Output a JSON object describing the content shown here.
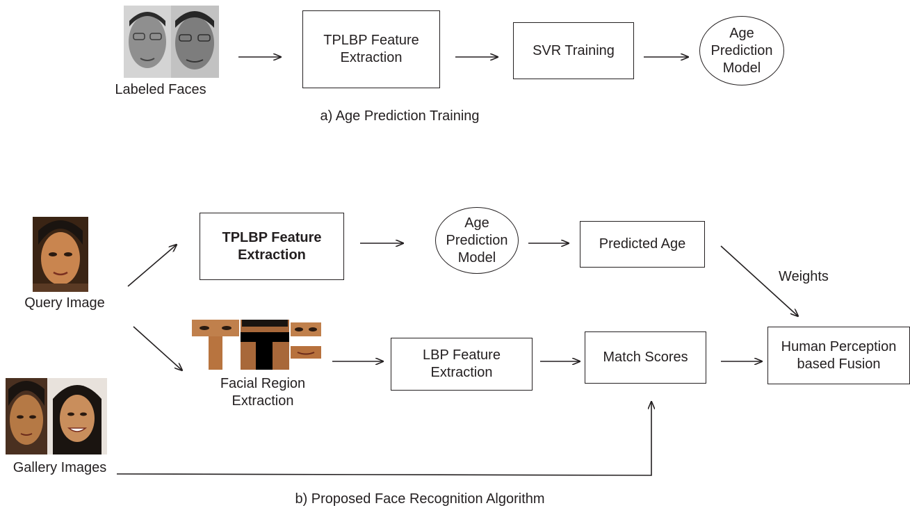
{
  "top": {
    "input_label": "Labeled Faces",
    "box1": [
      "TPLBP Feature",
      "Extraction"
    ],
    "box2": "SVR Training",
    "model": [
      "Age",
      "Prediction",
      "Model"
    ],
    "caption": "a) Age Prediction Training"
  },
  "bottom": {
    "query_label": "Query Image",
    "gallery_label": "Gallery Images",
    "tplbp_box": [
      "TPLBP Feature",
      "Extraction"
    ],
    "model": [
      "Age",
      "Prediction",
      "Model"
    ],
    "predicted_age": "Predicted Age",
    "weights_label": "Weights",
    "facial_region": [
      "Facial Region",
      "Extraction"
    ],
    "lbp_box": [
      "LBP Feature",
      "Extraction"
    ],
    "match_scores": "Match Scores",
    "fusion_box": [
      "Human Perception",
      "based Fusion"
    ],
    "caption": "b) Proposed Face Recognition Algorithm"
  },
  "colors": {
    "ink": "#231f20",
    "skin": "#c27a4c",
    "skin_dark": "#8a4a26",
    "hair": "#1a1410",
    "gray_face": "#9a9a9a",
    "gray_bg": "#cfcfcf"
  }
}
